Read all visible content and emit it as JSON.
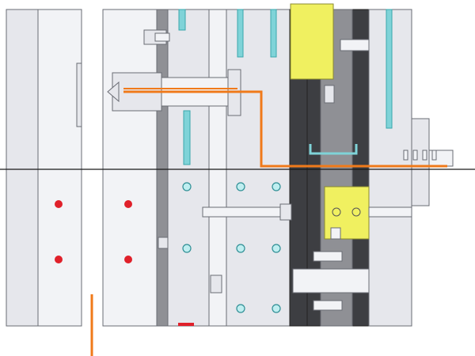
{
  "diagram": {
    "subject": "injection-mold-cross-section",
    "colors": {
      "background": "#ffffff",
      "plate_fill": "#e6e7ec",
      "plate_light": "#f2f3f6",
      "plate_stroke": "#6a6c74",
      "dark_plate": "#3d3e42",
      "mid_plate": "#8f9095",
      "melt_flow": "#f07a1a",
      "coolant": "#7fd3d8",
      "coolant_dot": "#bfeef0",
      "fastener_block": "#f0f060",
      "marker_dot": "#e0202a",
      "parting_line": "#1a1a1a"
    },
    "marker_rows": 2,
    "coolant_rows": 3
  }
}
